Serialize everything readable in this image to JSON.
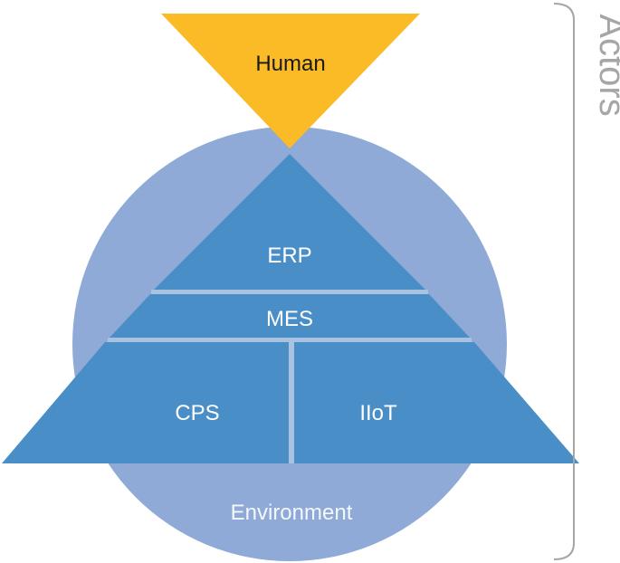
{
  "labels": {
    "human": "Human",
    "erp": "ERP",
    "mes": "MES",
    "cps": "CPS",
    "iiot": "IIoT",
    "environment": "Environment",
    "actors": "Actors"
  },
  "colors": {
    "human": "#fbbb26",
    "circle": "#8faad6",
    "pyramid": "#4a8ec8",
    "divider": "#a9c2e0",
    "bracket": "#a6a6a6"
  }
}
